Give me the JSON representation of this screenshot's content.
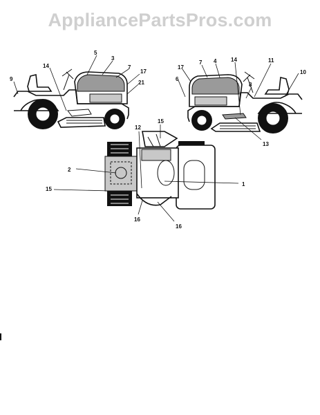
{
  "watermark": {
    "text": "AppliancePartsPros.com"
  },
  "callouts": {
    "left_view": {
      "c9": "9",
      "c14": "14",
      "c5": "5",
      "c3": "3",
      "c7": "7",
      "c17": "17",
      "c21": "21"
    },
    "right_view": {
      "c17": "17",
      "c7": "7",
      "c4": "4",
      "c14": "14",
      "c11": "11",
      "c6": "6",
      "c8": "8",
      "c10": "10",
      "c13": "13"
    },
    "top_view": {
      "c15_top": "15",
      "c12": "12",
      "c2": "2",
      "c15_left": "15",
      "c1": "1",
      "c16_a": "16",
      "c16_b": "16"
    }
  },
  "colors": {
    "line": "#111111",
    "decal_dark": "#9a9a9a",
    "decal_light": "#c8c8c8",
    "watermark": "#cfcfcf"
  }
}
